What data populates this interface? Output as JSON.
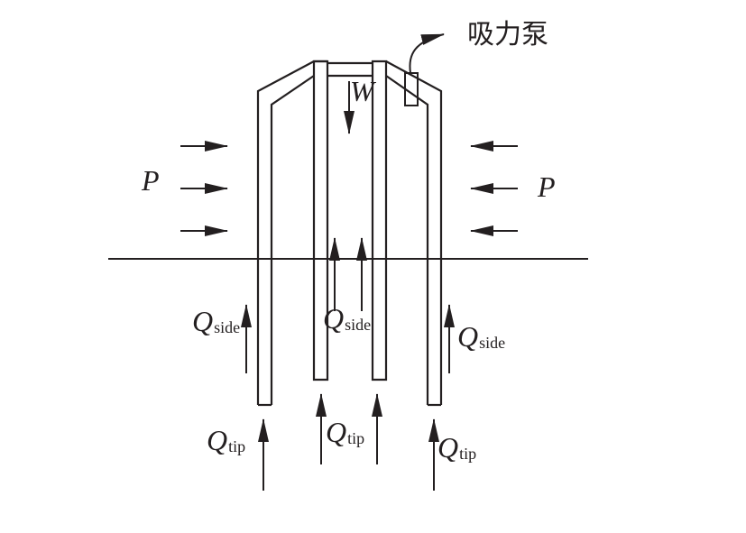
{
  "labels": {
    "pump": "吸力泵",
    "weight": "W",
    "pressure_left": "P",
    "pressure_right": "P",
    "q_symbol": "Q",
    "side_sub": "side",
    "tip_sub": "tip"
  },
  "colors": {
    "line": "#231f20",
    "background": "#ffffff"
  }
}
